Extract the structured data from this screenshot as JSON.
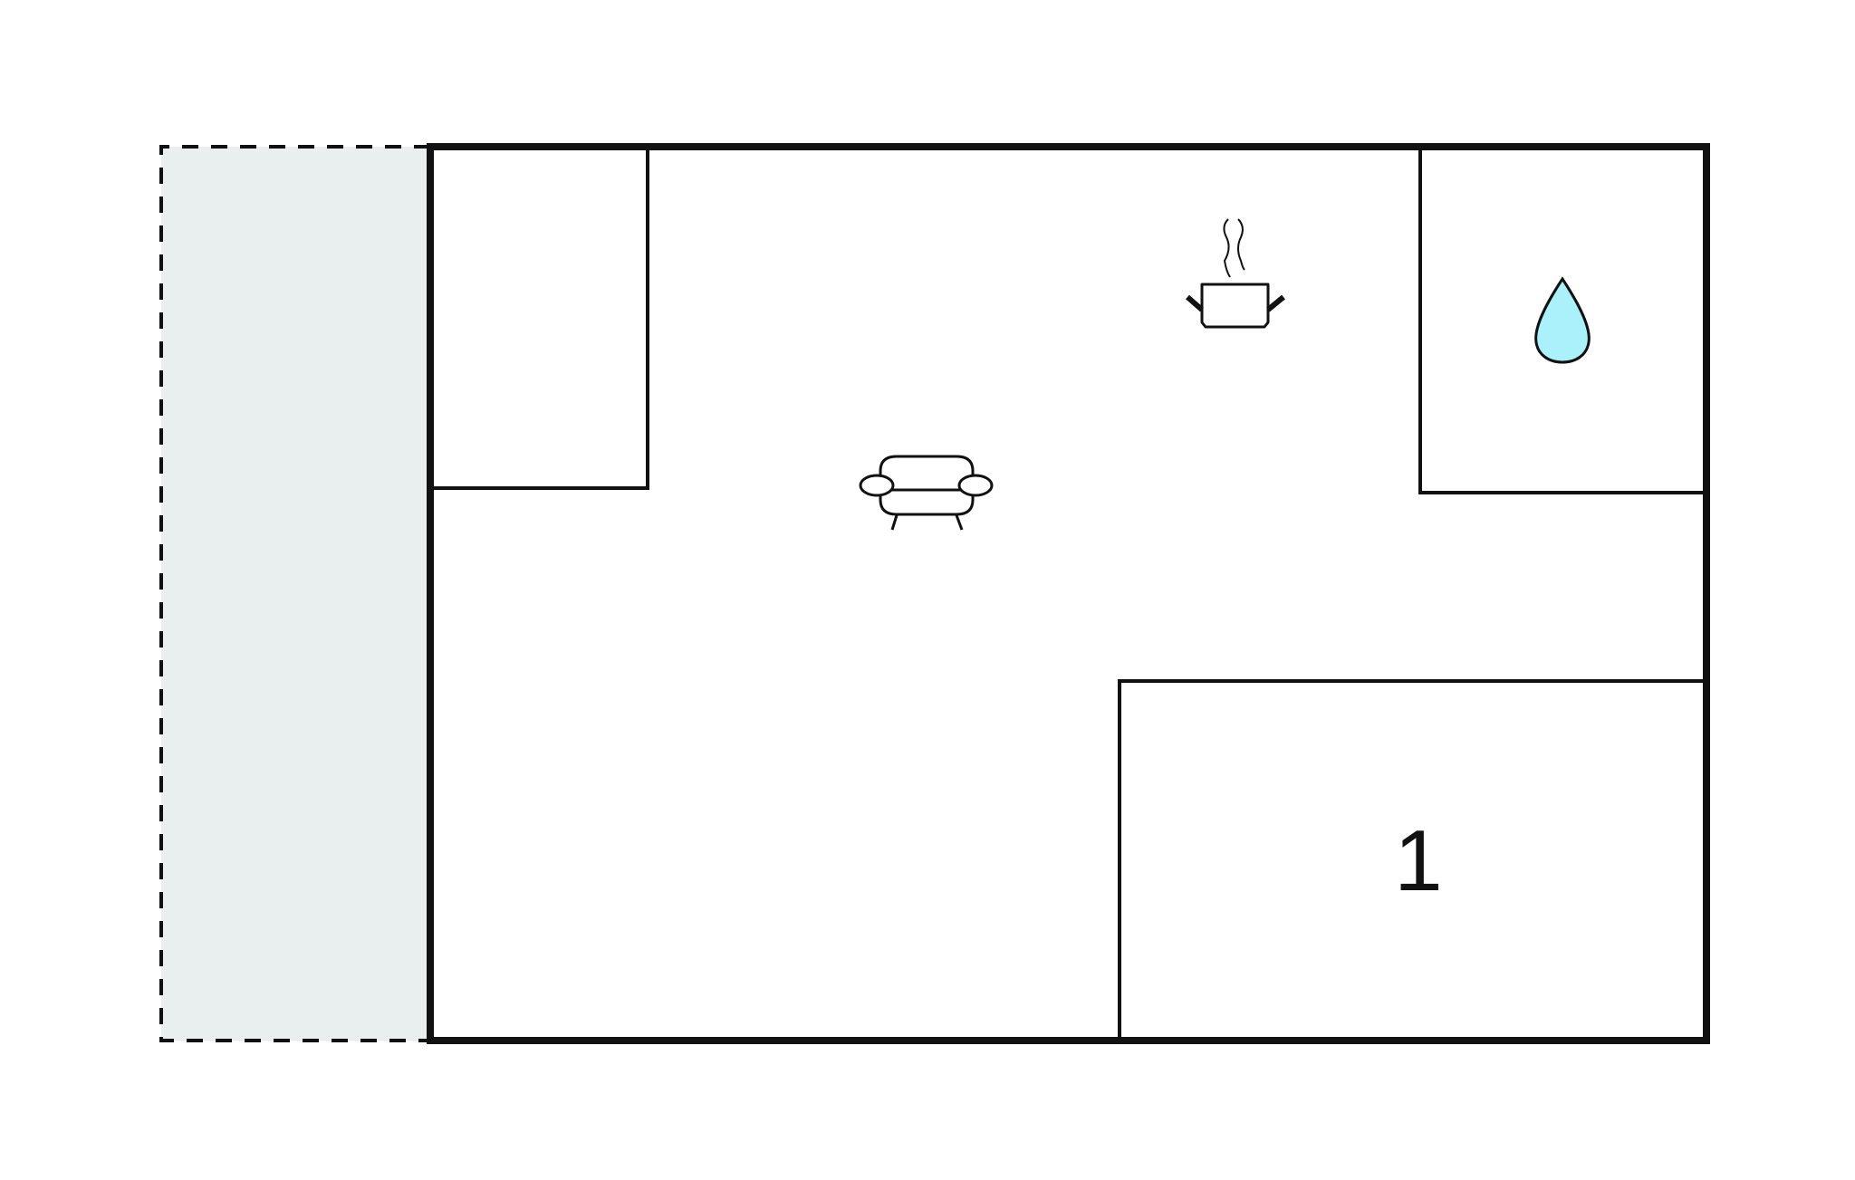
{
  "floor_plan": {
    "rooms": [
      {
        "id": "terrace",
        "kind": "outdoor-area"
      },
      {
        "id": "storage",
        "kind": "room"
      },
      {
        "id": "living-kitchen",
        "kind": "room",
        "icons": [
          "sofa-icon",
          "cooking-pot-icon"
        ]
      },
      {
        "id": "bathroom",
        "kind": "room",
        "icons": [
          "water-drop-icon"
        ]
      },
      {
        "id": "bedroom",
        "kind": "room",
        "label": "1"
      }
    ],
    "colors": {
      "wall": "#111111",
      "terrace_fill": "#e8efee",
      "water_drop_fill": "#aaf1fb"
    }
  }
}
